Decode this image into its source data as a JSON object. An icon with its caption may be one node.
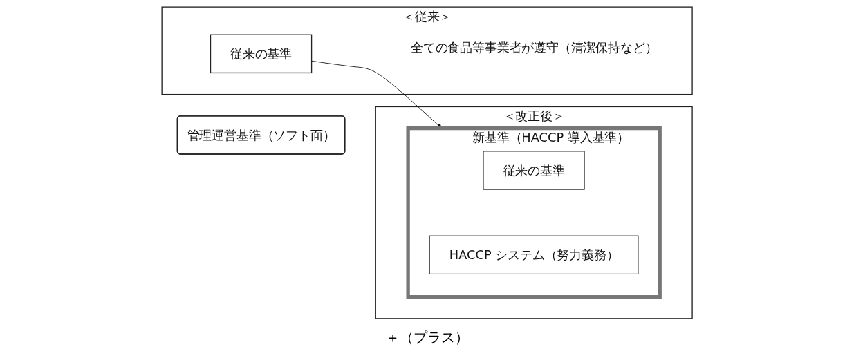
{
  "diagram": {
    "nodes": [
      {
        "text": [
          "管理運営基準（ソフト面）"
        ]
      },
      {
        "text": [
          "＜従来＞",
          "全ての食品等事業者が遵守（清潔保持など）"
        ]
      },
      {
        "text": [
          "従来の基準"
        ],
        "in": 1
      },
      {
        "text": [
          "＜改正後＞"
        ]
      },
      {
        "text": [
          "新基準（HACCP 導入基準）"
        ],
        "in": 3
      },
      {
        "text": [
          "従来の基準"
        ],
        "in": 4
      },
      {
        "text": [
          "HACCP システム（努力義務）"
        ],
        "in": 4
      }
    ],
    "edges": [
      {
        "from": 2,
        "to": 4,
        "arrow": "to"
      }
    ],
    "labels": [
      "＋（プラス）"
    ]
  }
}
